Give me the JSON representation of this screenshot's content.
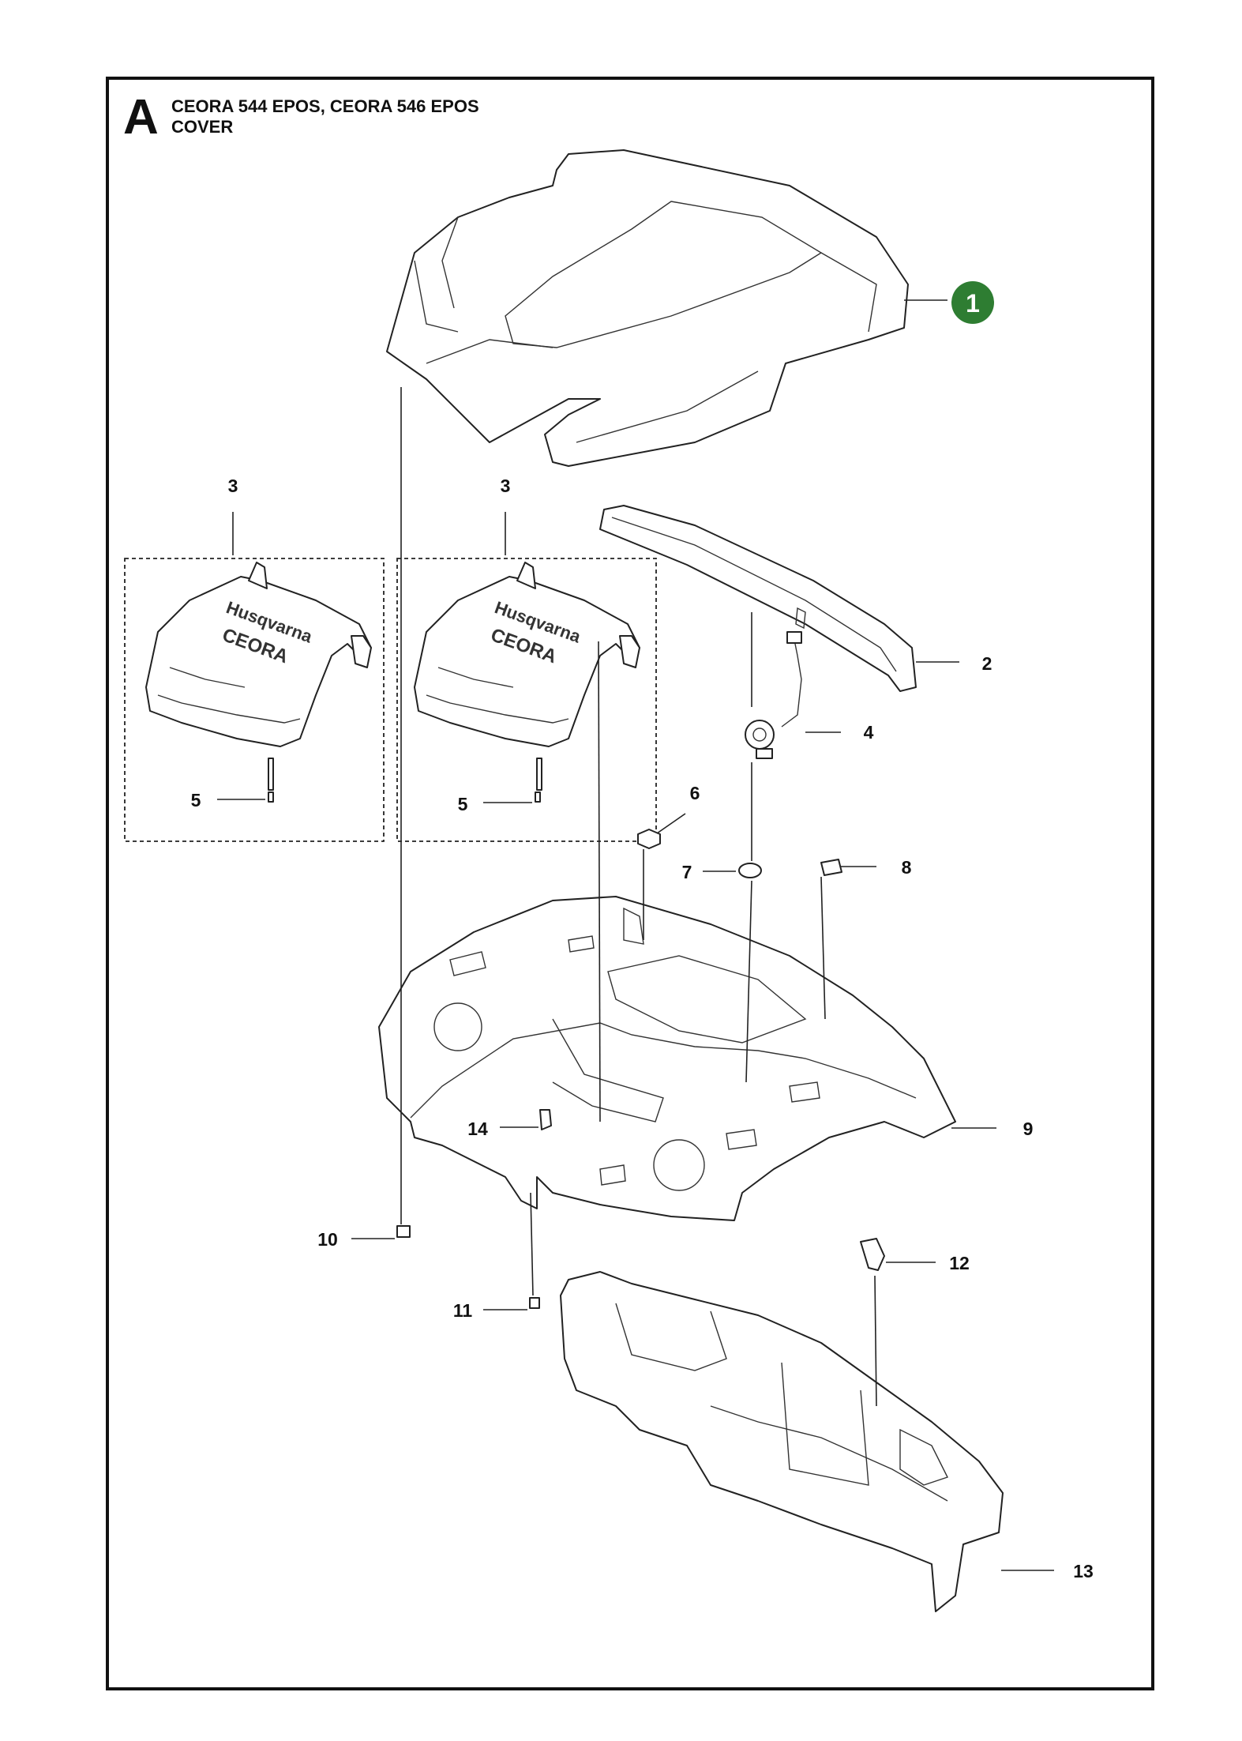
{
  "header": {
    "section_letter": "A",
    "model_title": "CEORA 544 EPOS, CEORA 546 EPOS",
    "section_subtitle": "COVER"
  },
  "colors": {
    "highlight_badge": "#2e7d32",
    "line": "#222222",
    "background": "#ffffff"
  },
  "logo_text": {
    "brand": "Husqvarna",
    "product": "CEORA"
  },
  "callouts": [
    {
      "id": "1",
      "highlighted": true
    },
    {
      "id": "2"
    },
    {
      "id": "3"
    },
    {
      "id": "3"
    },
    {
      "id": "4"
    },
    {
      "id": "5"
    },
    {
      "id": "5"
    },
    {
      "id": "6"
    },
    {
      "id": "7"
    },
    {
      "id": "8"
    },
    {
      "id": "9"
    },
    {
      "id": "10"
    },
    {
      "id": "11"
    },
    {
      "id": "12"
    },
    {
      "id": "13"
    },
    {
      "id": "14"
    }
  ]
}
